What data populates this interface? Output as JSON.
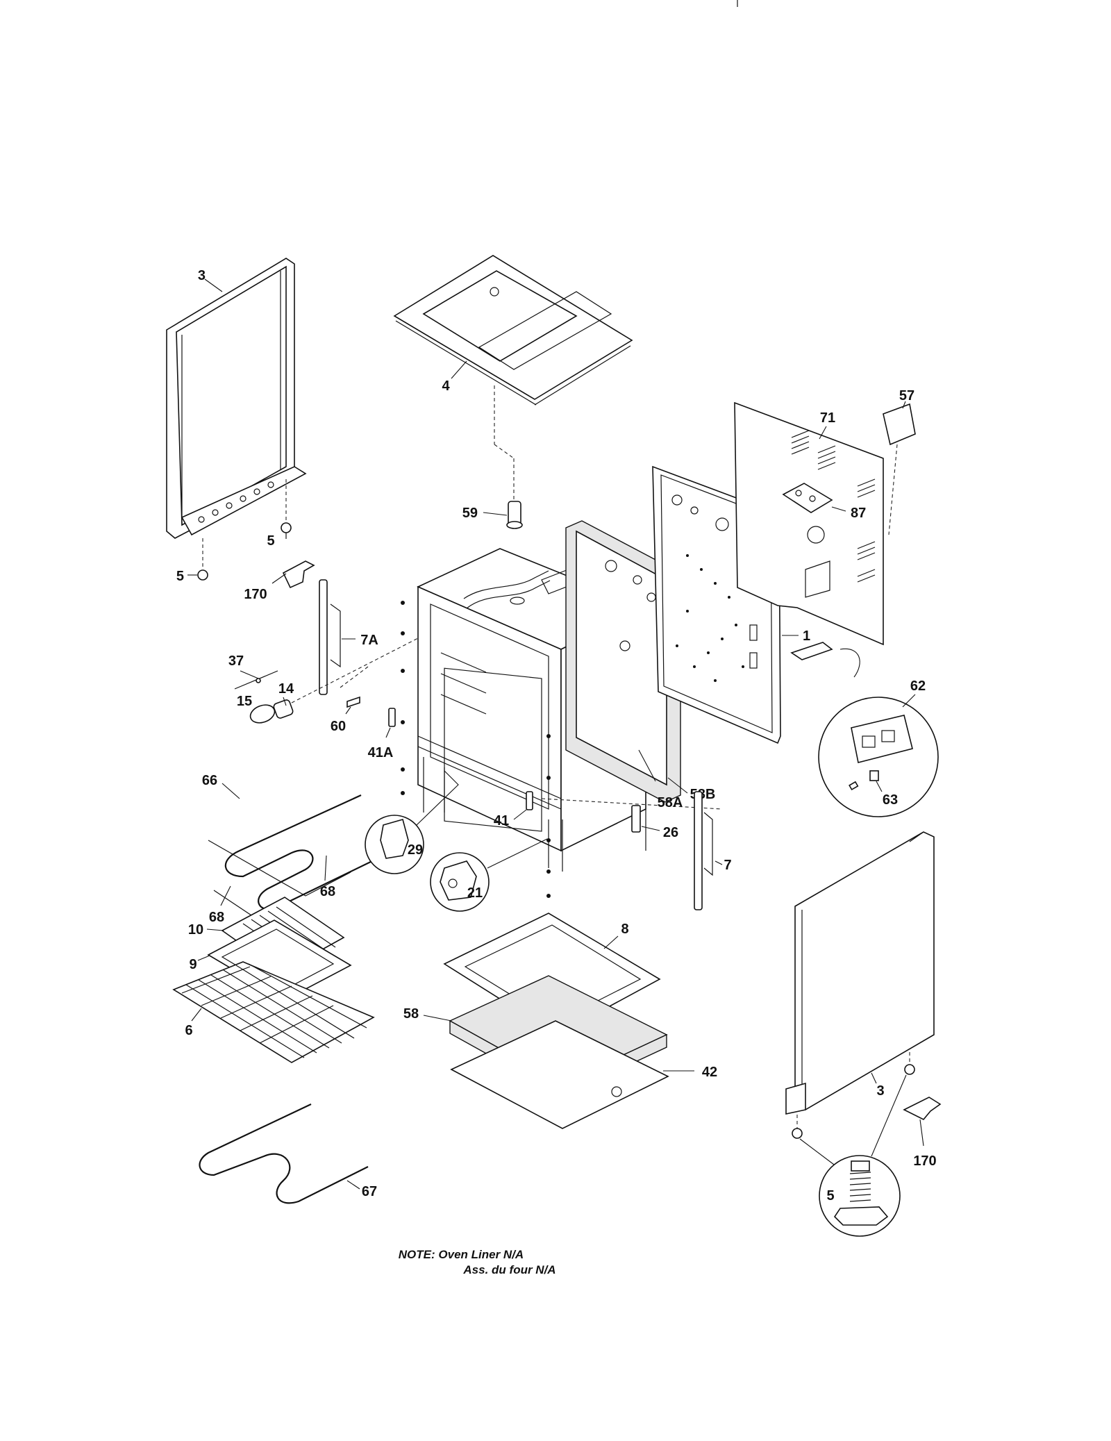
{
  "diagram": {
    "callouts": {
      "side_panel_left": "3",
      "top_panel": "4",
      "screw_upper": "5",
      "screw_lower": "5",
      "bracket_left": "170",
      "rack_support_left": "7A",
      "wire_37": "37",
      "lamp_socket": "14",
      "lamp_bulb": "15",
      "clip_60": "60",
      "clip_41a": "41A",
      "broil_element": "66",
      "insulation_68a": "68",
      "insulation_68b": "68",
      "receptacle_29": "29",
      "receptacle_21": "21",
      "clip_41": "41",
      "clip_26": "26",
      "rack_support_right": "7",
      "broil_pan_grid": "10",
      "broil_pan": "9",
      "oven_rack": "6",
      "bake_element": "67",
      "oven_bottom": "8",
      "insulation_58": "58",
      "bottom_panel": "42",
      "insulation_58a": "58A",
      "insulation_58b": "58B",
      "rear_panel": "1",
      "back_panel": "71",
      "label_57": "57",
      "cover_87": "87",
      "conduit": "59",
      "terminal_block": "62",
      "screw_63": "63",
      "side_panel_right": "3",
      "bracket_right": "170",
      "leveling_leg": "5"
    },
    "note_line1": "NOTE: Oven Liner N/A",
    "note_line2": "Ass. du four N/A"
  }
}
